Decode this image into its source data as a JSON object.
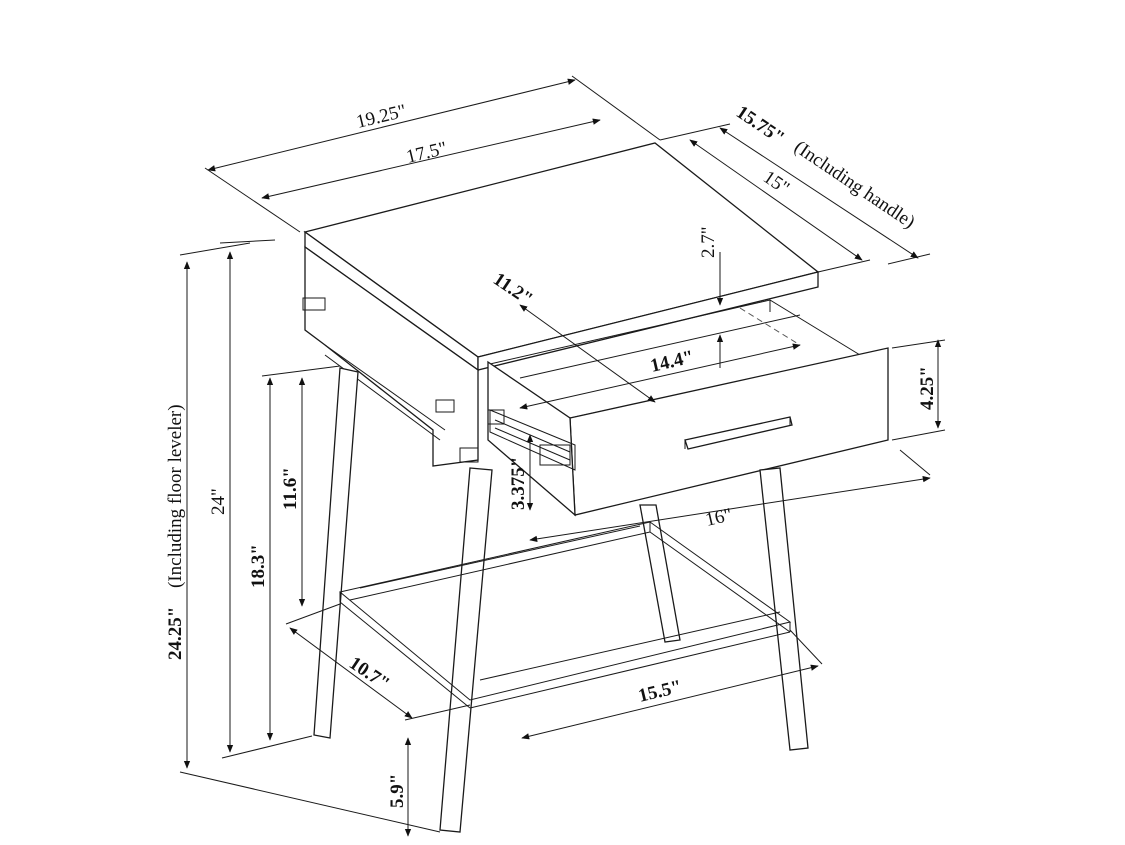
{
  "dimensions": {
    "overall_width": "19.25\"",
    "top_width": "17.5\"",
    "overall_depth": "15.75\"",
    "depth_note": "(Including handle)",
    "top_depth": "15\"",
    "top_thickness": "2.7\"",
    "drawer_depth": "11.2\"",
    "drawer_width": "14.4\"",
    "drawer_height": "4.25\"",
    "drawer_inner_height": "3.375\"",
    "bottom_width": "16\"",
    "overall_height": "24.25\"",
    "height_note": "(Including floor leveler)",
    "height": "24\"",
    "leg_height": "18.3\"",
    "upper_leg": "11.6\"",
    "shelf_depth": "10.7\"",
    "shelf_width": "15.5\"",
    "floor_clearance": "5.9\""
  }
}
